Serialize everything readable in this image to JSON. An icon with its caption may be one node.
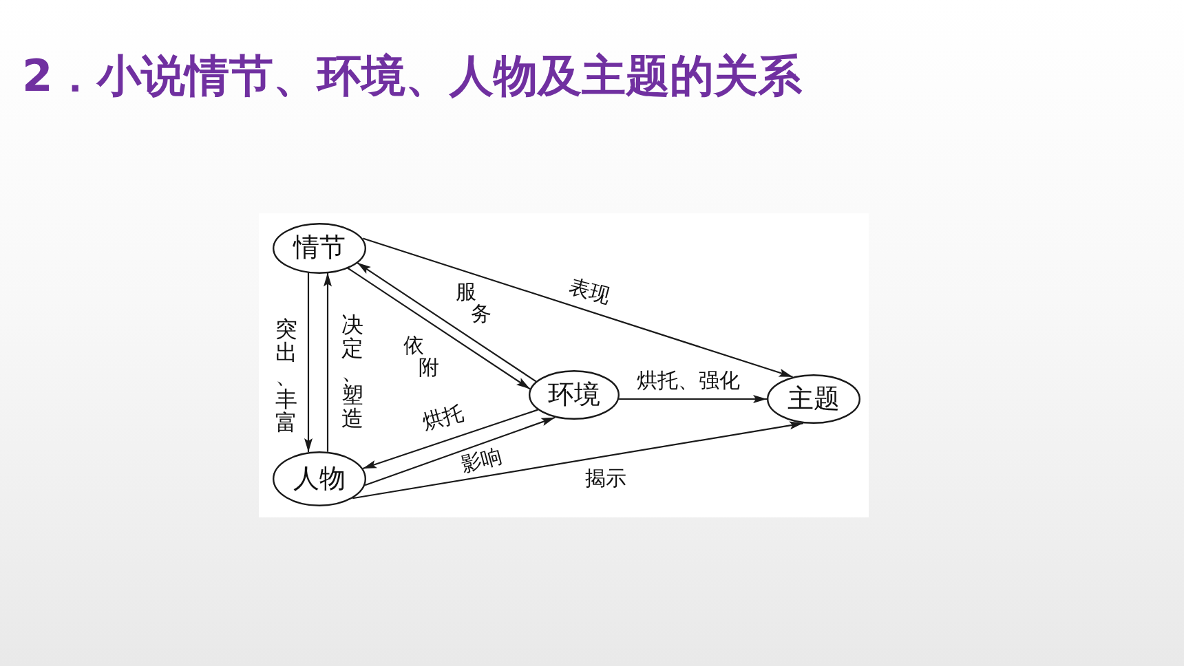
{
  "diagram": {
    "title": "2．小说情节、环境、人物及主题的关系",
    "nodes": [
      {
        "text": [
          "情节"
        ]
      },
      {
        "text": [
          "环境"
        ]
      },
      {
        "text": [
          "主题"
        ]
      },
      {
        "text": [
          "人物"
        ]
      }
    ],
    "edges": [
      {
        "from": 0,
        "to": 2,
        "arrow": "to",
        "label": "表现"
      },
      {
        "from": 0,
        "to": 3,
        "arrow": "to",
        "label": "突出、丰富"
      },
      {
        "from": 3,
        "to": 0,
        "arrow": "to",
        "label": "决定、塑造"
      },
      {
        "from": 1,
        "to": 0,
        "arrow": "to",
        "label": "服务"
      },
      {
        "from": 0,
        "to": 1,
        "arrow": "to",
        "label": "依附"
      },
      {
        "from": 1,
        "to": 2,
        "arrow": "to",
        "label": "烘托、强化"
      },
      {
        "from": 1,
        "to": 3,
        "arrow": "to",
        "label": "烘托"
      },
      {
        "from": 3,
        "to": 1,
        "arrow": "to",
        "label": "影响"
      },
      {
        "from": 3,
        "to": 2,
        "arrow": "to",
        "label": "揭示"
      }
    ]
  }
}
